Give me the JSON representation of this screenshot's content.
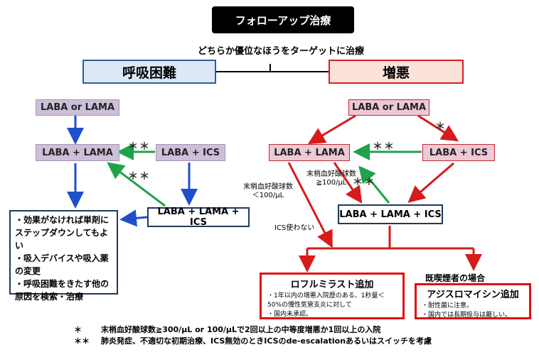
{
  "title": "フォローアップ治療",
  "subtitle": "どちらか優位なほうをターゲットに治療",
  "left": {
    "header": "呼吸困難",
    "top_box": "LABA or LAMA",
    "mid_box": "LABA + LAMA",
    "ics_box": "LABA + ICS",
    "triple_box": "LABA + LAMA + ICS",
    "stars_top": "＊＊",
    "stars_diag": "＊＊",
    "note_lines": [
      "・効果がなければ単剤にステップダウンしてもよい",
      "・吸入デバイスや吸入薬の変更",
      "・呼吸困難をきたす他の原因を検索・治療"
    ]
  },
  "right": {
    "header": "増悪",
    "top_box": "LABA or LAMA",
    "mid_box": "LABA + LAMA",
    "ics_box": "LABA + ICS",
    "triple_box": "LABA + LAMA + ICS",
    "star_single": "＊",
    "stars_top": "＊＊",
    "stars_diag": "＊＊",
    "label_eos_low": "末梢血好酸球数\n＜100/μL",
    "label_eos_high": "末梢血好酸球数\n≧100/μL",
    "label_no_ics": "ICS使わない",
    "smoker_label": "既喫煙者の場合",
    "roflumilast": {
      "title": "ロフルミラスト追加",
      "lines": [
        "・1年以内の増悪入院歴のある、1秒量＜50%の慢性気管支炎に対して",
        "・国内未承認。"
      ]
    },
    "azithromycin": {
      "title": "アジスロマイシン追加",
      "lines": [
        "・耐性菌に注意。",
        "・国内では長期投与は厳しい。"
      ]
    }
  },
  "footnotes": [
    {
      "mark": "＊",
      "text": "末梢血好酸球数≧300/μL or 100/μLで2回以上の中等度増悪か1回以上の入院"
    },
    {
      "mark": "＊＊",
      "text": "肺炎発症、不適切な初期治療、ICS無効のときICSのde-escalationあるいはスイッチを考慮"
    }
  ],
  "colors": {
    "blue_arrow": "#1f4fc9",
    "green_arrow": "#1fa34a",
    "red_arrow": "#d71a1a",
    "navy_border": "#1f3a5f"
  }
}
